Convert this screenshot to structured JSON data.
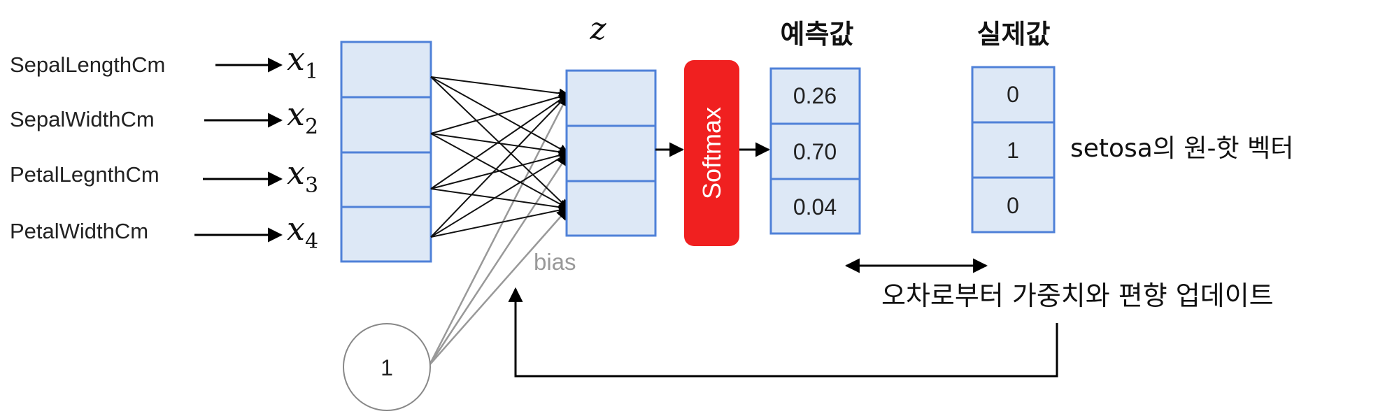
{
  "colors": {
    "cell_fill": "#dde8f6",
    "cell_stroke": "#4f81d8",
    "softmax_fill": "#f02020",
    "softmax_text": "#ffffff",
    "arrow": "#000000",
    "bias_line": "#999999",
    "bias_text": "#999999",
    "circle_stroke": "#888888"
  },
  "inputs": [
    {
      "feature": "SepalLengthCm",
      "symbol": "x",
      "subscript": "1"
    },
    {
      "feature": "SepalWidthCm",
      "symbol": "x",
      "subscript": "2"
    },
    {
      "feature": "PetalLegnthCm",
      "symbol": "x",
      "subscript": "3"
    },
    {
      "feature": "PetalWidthCm",
      "symbol": "x",
      "subscript": "4"
    }
  ],
  "z_label": "z",
  "softmax_label": "Softmax",
  "prediction_title": "예측값",
  "predictions": [
    "0.26",
    "0.70",
    "0.04"
  ],
  "actual_title": "실제값",
  "actuals": [
    "0",
    "1",
    "0"
  ],
  "onehot_caption": "setosa의 원-핫 벡터",
  "bias_label": "bias",
  "bias_node": "1",
  "update_caption": "오차로부터 가중치와 편향 업데이트"
}
